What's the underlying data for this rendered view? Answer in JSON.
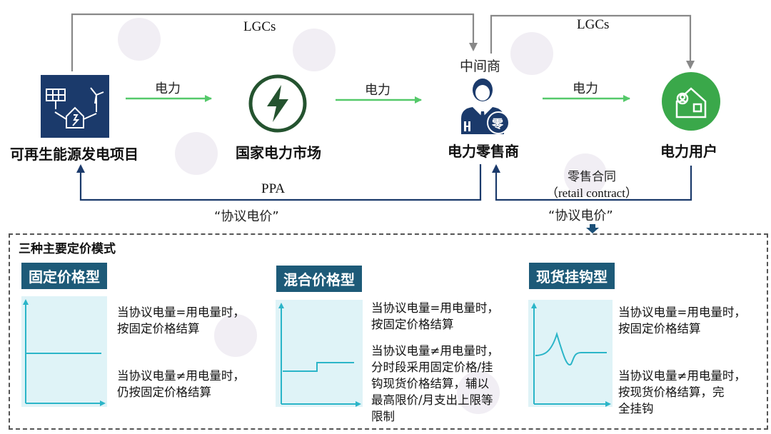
{
  "nodes": {
    "renewable": "可再生能源发电项目",
    "market": "国家电力市场",
    "intermediary": "中间商",
    "retailer": "电力零售商",
    "retailer_badge": "零",
    "consumer": "电力用户"
  },
  "flows": {
    "lgcs_left": "LGCs",
    "lgcs_right": "LGCs",
    "power_1": "电力",
    "power_2": "电力",
    "power_3": "电力",
    "ppa": "PPA",
    "agreed_price_left": "“协议电价”",
    "retail_contract_cn": "零售合同",
    "retail_contract_en": "（retail contract）",
    "agreed_price_right": "“协议电价”"
  },
  "pricing": {
    "section_title": "三种主要定价模式",
    "models": [
      {
        "title": "固定价格型",
        "desc_equal": "当协议电量=用电量时，按固定价格结算",
        "desc_equal_l1": "当协议电量=用电量时，",
        "desc_equal_l2": "按固定价格结算",
        "desc_unequal_l1": "当协议电量≠用电量时，",
        "desc_unequal_l2": "仍按固定价格结算"
      },
      {
        "title": "混合价格型",
        "desc_equal_l1": "当协议电量=用电量时，",
        "desc_equal_l2": "按固定价格结算",
        "desc_unequal_l1": "当协议电量≠用电量时，",
        "desc_unequal_l2": "分时段采用固定价格/挂",
        "desc_unequal_l3": "钩现货价格结算，辅以",
        "desc_unequal_l4": "最高限价/月支出上限等",
        "desc_unequal_l5": "限制"
      },
      {
        "title": "现货挂钩型",
        "desc_equal_l1": "当协议电量=用电量时，",
        "desc_equal_l2": "按固定价格结算",
        "desc_unequal_l1": "当协议电量≠用电量时，",
        "desc_unequal_l2": "按现货价格结算，完",
        "desc_unequal_l3": "全挂钩"
      }
    ]
  },
  "colors": {
    "navy": "#1b3a6b",
    "green_circle": "#3aa84a",
    "dark_green": "#24532f",
    "arrow_green": "#55c96a",
    "box_title": "#1d5a78",
    "axis": "#2bb5c8"
  },
  "icons": [
    "solar-wind-house-icon",
    "lightning-icon",
    "businessman-icon",
    "house-user-icon"
  ]
}
